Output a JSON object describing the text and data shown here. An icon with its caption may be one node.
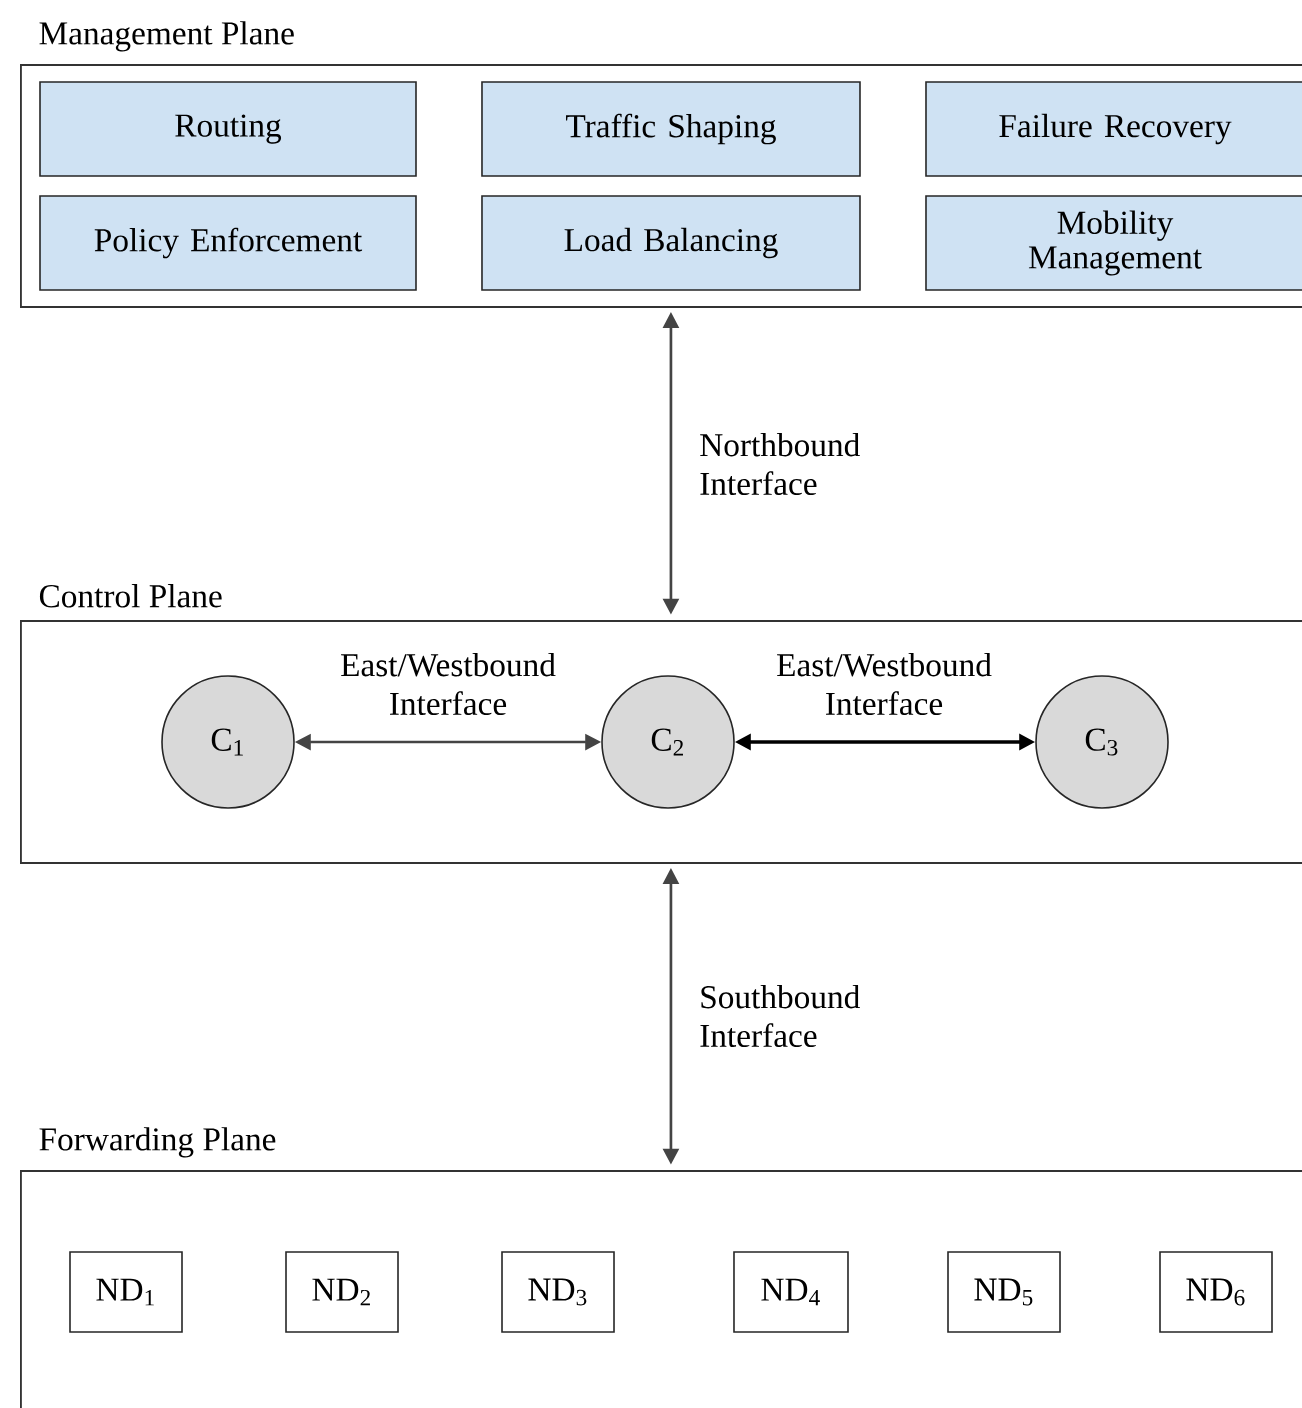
{
  "diagram": {
    "nodes": [
      {
        "text": [
          "Management Plane"
        ]
      },
      {
        "text": [
          "Routing"
        ],
        "in": 0
      },
      {
        "text": [
          "Traffic Shaping"
        ],
        "in": 0
      },
      {
        "text": [
          "Failure Recovery"
        ],
        "in": 0
      },
      {
        "text": [
          "Policy Enforcement"
        ],
        "in": 0
      },
      {
        "text": [
          "Load Balancing"
        ],
        "in": 0
      },
      {
        "text": [
          "Mobility Management"
        ],
        "in": 0
      },
      {
        "text": [
          "Control Plane"
        ]
      },
      {
        "text": [
          "C$_{1}$"
        ],
        "in": 7
      },
      {
        "text": [
          "C$_{2}$"
        ],
        "in": 7
      },
      {
        "text": [
          "C$_{3}$"
        ],
        "in": 7
      },
      {
        "text": [
          "Forwarding Plane"
        ]
      },
      {
        "text": [
          "ND$_{1}$"
        ],
        "in": 11
      },
      {
        "text": [
          "ND$_{2}$"
        ],
        "in": 11
      },
      {
        "text": [
          "ND$_{3}$"
        ],
        "in": 11
      },
      {
        "text": [
          "ND$_{4}$"
        ],
        "in": 11
      },
      {
        "text": [
          "ND$_{5}$"
        ],
        "in": 11
      },
      {
        "text": [
          "ND$_{6}$"
        ],
        "in": 11
      }
    ],
    "edges": [
      {
        "from": 0,
        "to": 7,
        "arrow": "both",
        "label": "Northbound Interface"
      },
      {
        "from": 8,
        "to": 9,
        "arrow": "both",
        "label": "East/Westbound Interface"
      },
      {
        "from": 9,
        "to": 10,
        "arrow": "both",
        "label": "East/Westbound Interface",
        "color": "#000000"
      },
      {
        "from": 7,
        "to": 11,
        "arrow": "both",
        "label": "Southbound Interface"
      }
    ]
  }
}
